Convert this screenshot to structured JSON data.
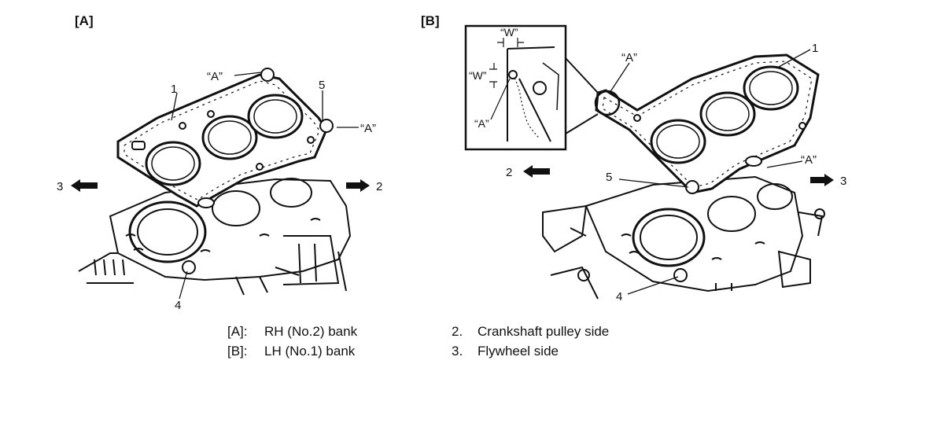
{
  "panels": {
    "a": {
      "tag": "[A]",
      "label_a": "“A”",
      "num_1": "1",
      "num_2": "2",
      "num_3": "3",
      "num_4": "4",
      "num_5": "5"
    },
    "b": {
      "tag": "[B]",
      "label_a": "“A”",
      "num_1": "1",
      "num_2": "2",
      "num_3": "3",
      "num_4": "4",
      "num_5": "5",
      "inset": {
        "w_top": "“W”",
        "w_side": "“W”",
        "label_a": "“A”"
      }
    }
  },
  "legend": {
    "left": [
      {
        "key": "[A]:",
        "text": "RH (No.2) bank"
      },
      {
        "key": "[B]:",
        "text": "LH (No.1) bank"
      }
    ],
    "right": [
      {
        "key": "2.",
        "text": "Crankshaft pulley side"
      },
      {
        "key": "3.",
        "text": "Flywheel side"
      }
    ]
  },
  "colors": {
    "ink": "#111111",
    "paper": "#ffffff"
  }
}
